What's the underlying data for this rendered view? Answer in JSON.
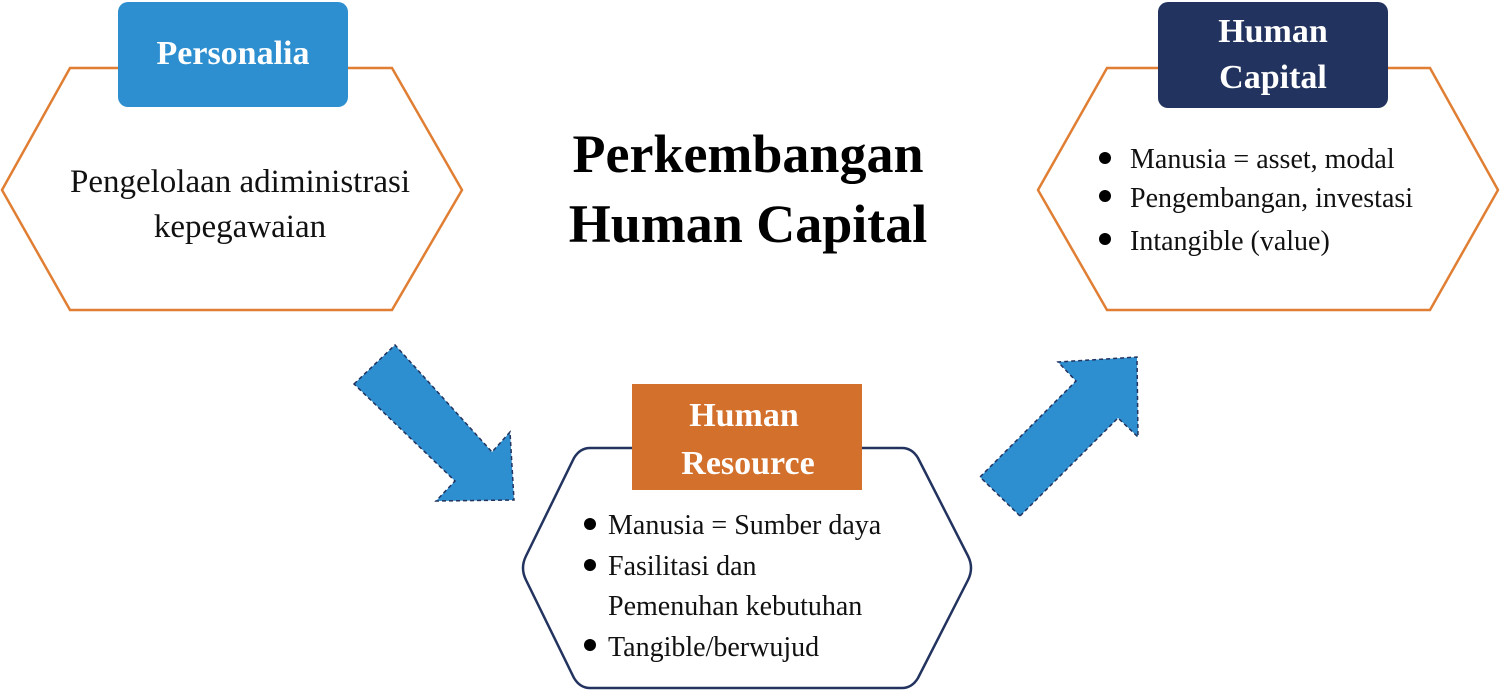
{
  "title": {
    "line1": "Perkembangan",
    "line2": "Human Capital"
  },
  "colors": {
    "blue": "#2E8FD0",
    "navy": "#22335F",
    "orange": "#D2702C",
    "hex_orange": "#E07F34",
    "hex_navy": "#22335F"
  },
  "stages": {
    "personalia": {
      "label": "Personalia",
      "lines": [
        "Pengelolaan adiministrasi",
        "kepegawaian"
      ]
    },
    "human_resource": {
      "label_line1": "Human",
      "label_line2": "Resource",
      "bullets": [
        "Manusia = Sumber daya",
        "Fasilitasi dan",
        "Pemenuhan kebutuhan",
        "Tangible/berwujud"
      ]
    },
    "human_capital": {
      "label_line1": "Human",
      "label_line2": "Capital",
      "bullets": [
        "Manusia = asset, modal",
        "Pengembangan, investasi",
        "Intangible (value)"
      ]
    }
  },
  "arrows": [
    {
      "icon": "arrow-down-right"
    },
    {
      "icon": "arrow-up-right"
    }
  ]
}
